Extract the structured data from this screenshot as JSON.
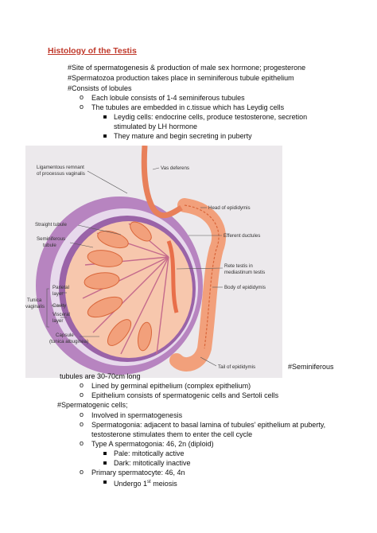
{
  "title": "Histology of the Testis",
  "intro": {
    "line1": "#Site of spermatogenesis & production of male sex hormone; progesterone",
    "line2": "#Spermatozoa production takes place in seminiferous tubule epithelium",
    "line3": "#Consists of lobules",
    "sub1": "Each lobule consists of 1-4 seminiferous tubules",
    "sub2": "The tubules are embedded in c.tissue which has Leydig cells",
    "leydig1": "Leydig cells: endocrine cells, produce testosterone, secretion",
    "leydig1b": "stimulated by LH hormone",
    "leydig2": "They mature and begin secreting in puberty"
  },
  "figure": {
    "labels": {
      "ligament1": "Ligamentous remnant",
      "ligament2": "of processus vaginalis",
      "vas": "Vas deferens",
      "head": "Head of epididymis",
      "straight": "Straight tubule",
      "semi1": "Seminiferous",
      "semi2": "tubule",
      "efferent": "Efferent ductules",
      "rete1": "Rete testis in",
      "rete2": "mediastinum testis",
      "body": "Body of epididymis",
      "tunica1": "Tunica",
      "tunica2": "vaginalis",
      "parietal1": "Parietal",
      "parietal2": "layer",
      "cavity": "Cavity",
      "visceral1": "Visceral",
      "visceral2": "layer",
      "capsule1": "Capsule",
      "capsule2": "(tunica albuginea)",
      "tail": "Tail of epididymis"
    }
  },
  "seminiferous_tag": "#Seminiferous",
  "tubules_length": "tubules are 30-70cm long",
  "tubule_points": {
    "p1": "Lined by germinal epithelium (complex epithelium)",
    "p2": "Epithelium consists of spermatogenic cells and Sertoli cells"
  },
  "spermatogenic_heading": "#Spermatogenic cells;",
  "sperm_points": {
    "p1": "Involved in spermatogenesis",
    "p2a": "Spermatogonia: adjacent to basal lamina of tubules’ epithelium at puberty,",
    "p2b": "testosterone stimulates them to enter the cell cycle",
    "p3": "Type A spermatogonia: 46, 2n (diploid)",
    "p3a": "Pale: mitotically active",
    "p3b": "Dark: mitotically inactive",
    "p4": "Primary spermatocyte: 46, 4n",
    "p4a_pre": "Undergo 1",
    "p4a_sup": "st",
    "p4a_post": " meiosis"
  },
  "colors": {
    "title": "#c0392b",
    "tunica": "#b784c0",
    "tubules": "#f2a07b",
    "tubule_dark": "#d9663a",
    "figure_bg": "#ece9ec"
  }
}
